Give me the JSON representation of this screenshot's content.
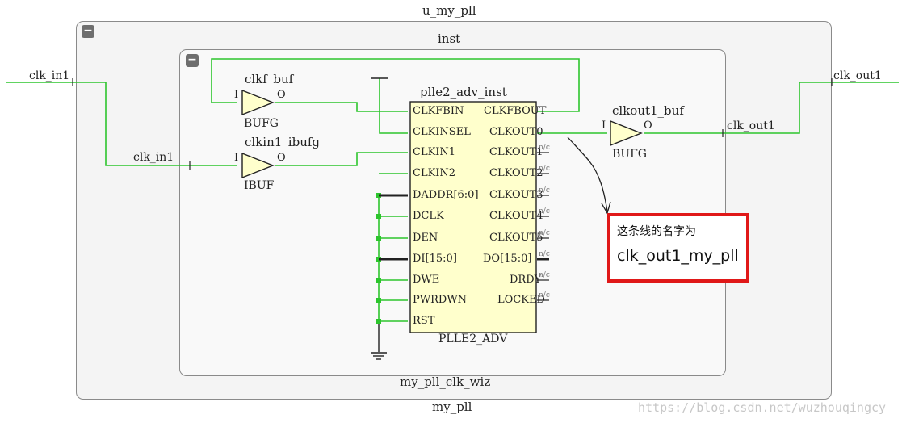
{
  "outer_module": {
    "title": "u_my_pll",
    "bottom_label": "my_pll",
    "collapse_glyph": "−"
  },
  "inner_module": {
    "title": "inst",
    "bottom_label": "my_pll_clk_wiz",
    "collapse_glyph": "−"
  },
  "nets": {
    "clk_in1_outer": "clk_in1",
    "clk_in1_inner": "clk_in1",
    "clk_out1_outer": "clk_out1",
    "clk_out1_inner": "clk_out1"
  },
  "buffers": {
    "clkf_buf": {
      "name": "clkf_buf",
      "type": "BUFG",
      "in_pin": "I",
      "out_pin": "O"
    },
    "clkin1_ibufg": {
      "name": "clkin1_ibufg",
      "type": "IBUF",
      "in_pin": "I",
      "out_pin": "O"
    },
    "clkout1_buf": {
      "name": "clkout1_buf",
      "type": "BUFG",
      "in_pin": "I",
      "out_pin": "O"
    }
  },
  "pll": {
    "instance": "plle2_adv_inst",
    "type": "PLLE2_ADV",
    "left_pins": [
      "CLKFBIN",
      "CLKINSEL",
      "CLKIN1",
      "CLKIN2",
      "DADDR[6:0]",
      "DCLK",
      "DEN",
      "DI[15:0]",
      "DWE",
      "PWRDWN",
      "RST"
    ],
    "right_pins": [
      "CLKFBOUT",
      "CLKOUT0",
      "CLKOUT1",
      "CLKOUT2",
      "CLKOUT3",
      "CLKOUT4",
      "CLKOUT5",
      "DO[15:0]",
      "DRDY",
      "LOCKED"
    ],
    "nc_label": "n/c"
  },
  "annotation": {
    "line1": "这条线的名字为",
    "line2": "clk_out1_my_pll"
  },
  "watermark": "https://blog.csdn.net/wuzhouqingcy",
  "colors": {
    "wire": "#2dc52d",
    "pll_fill": "#ffffcc",
    "annotation_border": "#e01818"
  }
}
